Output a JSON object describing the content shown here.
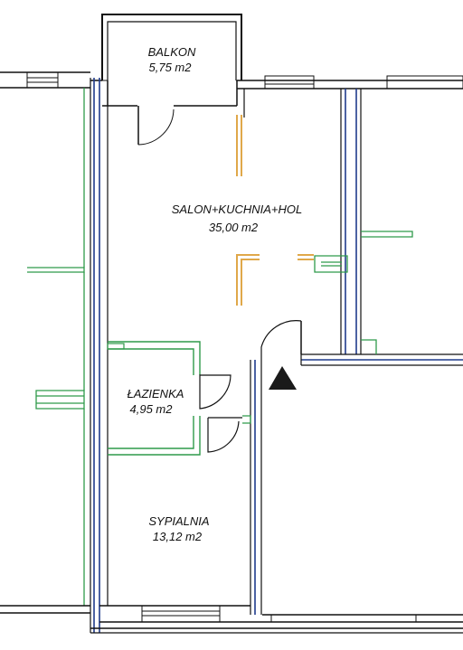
{
  "plan": {
    "rooms": [
      {
        "id": "balkon",
        "name": "BALKON",
        "area": "5,75 m2"
      },
      {
        "id": "salon",
        "name": "SALON+KUCHNIA+HOL",
        "area": "35,00 m2"
      },
      {
        "id": "lazienka",
        "name": "ŁAZIENKA",
        "area": "4,95 m2"
      },
      {
        "id": "sypialnia",
        "name": "SYPIALNIA",
        "area": "13,12 m2"
      }
    ],
    "entrance_marker": "triangle-icon",
    "colors": {
      "outline": "#111111",
      "structural_wall": "#1f3b8c",
      "partition_wall": "#2f9a4a",
      "kitchen_outline": "#e0a84a",
      "entrance_marker": "#1a1a1a"
    }
  }
}
